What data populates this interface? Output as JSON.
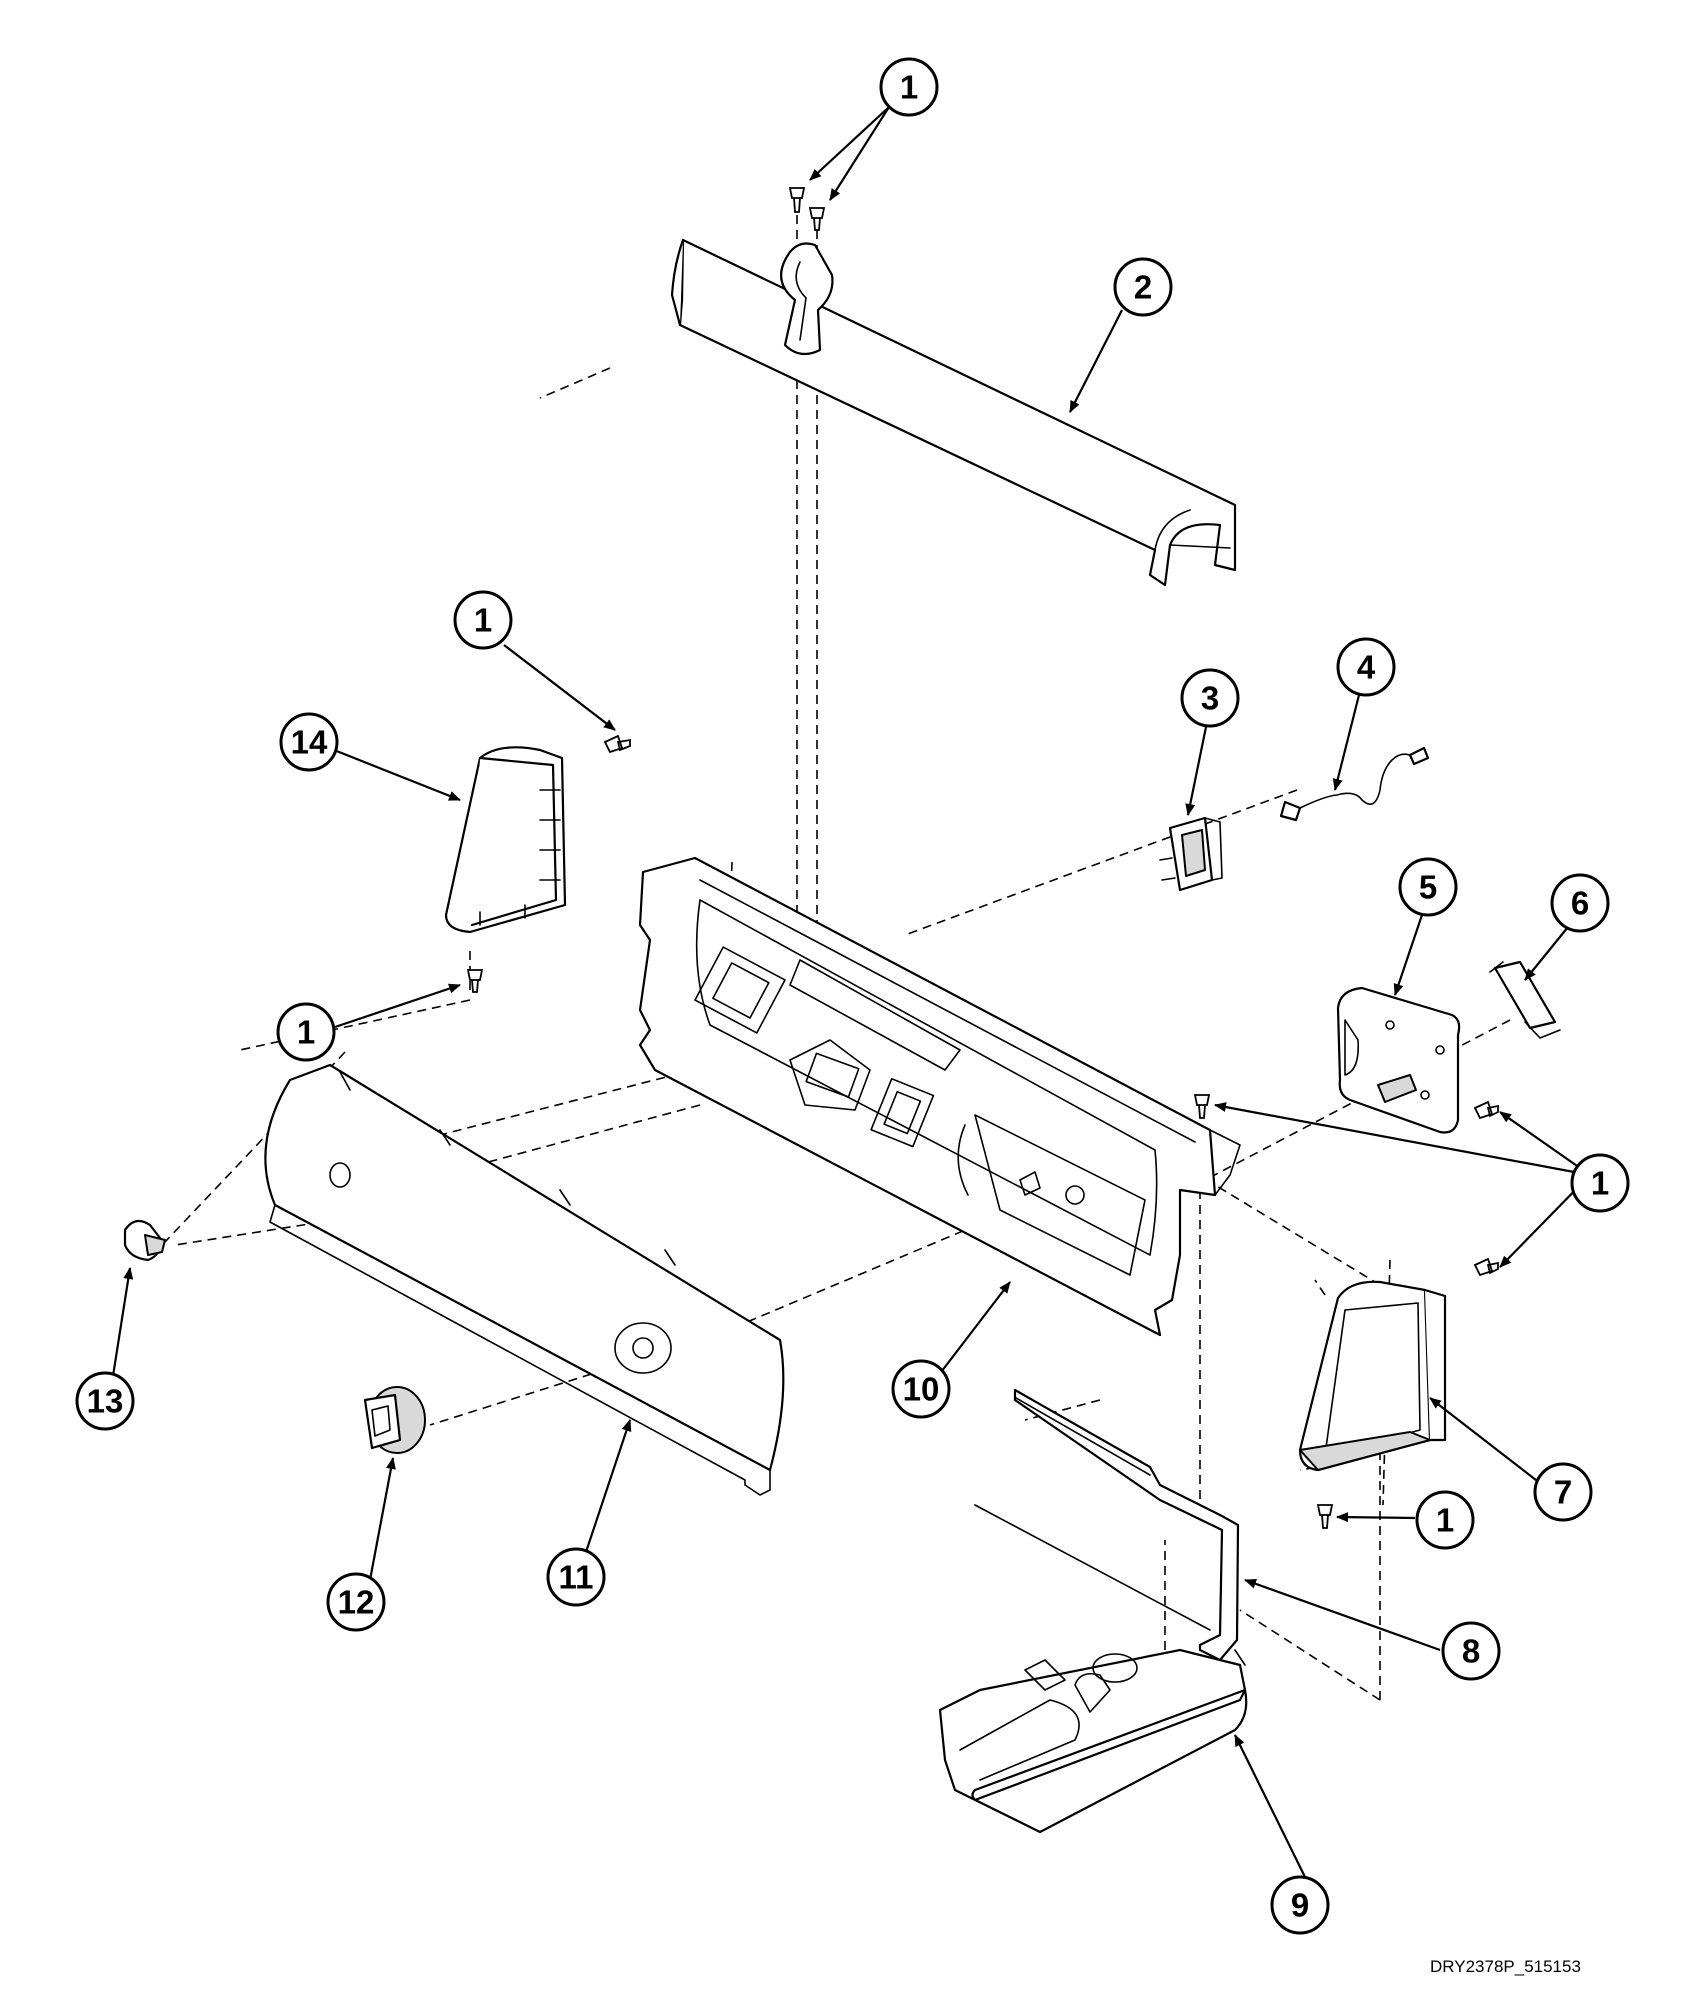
{
  "diagram": {
    "callouts": [
      {
        "id": "c1a",
        "label": "1"
      },
      {
        "id": "c2",
        "label": "2"
      },
      {
        "id": "c1b",
        "label": "1"
      },
      {
        "id": "c14",
        "label": "14"
      },
      {
        "id": "c3",
        "label": "3"
      },
      {
        "id": "c4",
        "label": "4"
      },
      {
        "id": "c5",
        "label": "5"
      },
      {
        "id": "c6",
        "label": "6"
      },
      {
        "id": "c1c",
        "label": "1"
      },
      {
        "id": "c1d",
        "label": "1"
      },
      {
        "id": "c10",
        "label": "10"
      },
      {
        "id": "c13",
        "label": "13"
      },
      {
        "id": "c7",
        "label": "7"
      },
      {
        "id": "c1e",
        "label": "1"
      },
      {
        "id": "c12",
        "label": "12"
      },
      {
        "id": "c11",
        "label": "11"
      },
      {
        "id": "c8",
        "label": "8"
      },
      {
        "id": "c9",
        "label": "9"
      }
    ],
    "reference_code": "DRY2378P_515153"
  }
}
